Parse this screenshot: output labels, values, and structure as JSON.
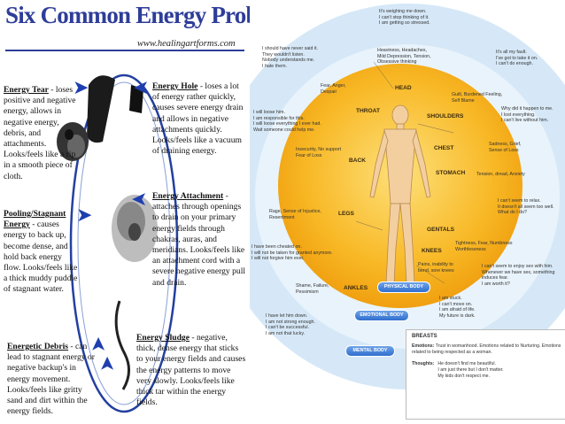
{
  "left_panel": {
    "title": "Six Common Energy Problems",
    "url": "www.healingartforms.com",
    "tear": {
      "heading": "Energy Tear",
      "text": " - loses positive and negative energy, allows in negative energy, debris, and attachments. Looks/feels like a rip in a smooth piece of cloth."
    },
    "hole": {
      "heading": "Energy Hole",
      "text": " - loses a lot of energy rather quickly, causes severe energy drain and allows in negative attachments quickly. Looks/feels like a vacuum of draining energy."
    },
    "pooling": {
      "heading": "Pooling/Stagnant Energy",
      "text": " - causes energy to back up, become dense, and hold back energy flow. Looks/feels like a thick muddy puddle of stagnant water."
    },
    "attachment": {
      "heading": "Energy Attachment",
      "text": " - attaches through openings to drain on your primary energy fields through chakras, auras, and meridians. Looks/feels like an attachment cord with a severe negative energy pull and drain."
    },
    "debris": {
      "heading": "Energetic Debris",
      "text": " - can lead to stagnant energy or negative backup's in energy movement. Looks/feels like gritty sand and dirt within the energy fields."
    },
    "sludge": {
      "heading": "Energy Sludge",
      "text": " - negative, thick, dense energy that sticks to your energy fields and causes the energy patterns to move very slowly. Looks/feels like thick tar within the energy fields."
    }
  },
  "right_panel": {
    "body_parts": {
      "head": "HEAD",
      "throat": "THROAT",
      "shoulders": "SHOULDERS",
      "chest": "CHEST",
      "back": "BACK",
      "stomach": "STOMACH",
      "legs": "LEGS",
      "gentals": "GENTALS",
      "knees": "KNEES",
      "ankles": "ANKLES"
    },
    "buttons": {
      "physical": "PHYSICAL BODY",
      "emotional": "EMOTIONAL BODY",
      "mental": "MENTAL BODY"
    },
    "phrases": {
      "top": "It's weighing me down.\nI can't stop thinking of it.\nI am getting so stressed.",
      "top_left": "I should have never said it.\nThey wouldn't listen.\nNobody understands me.\nI hate them.",
      "headaches": "Heaviness, Headaches,\nMild Depression, Tension,\nObsessive thinking",
      "top_right": "It's all my fault.\nI've got to take it on.\nI can't do enough.",
      "fear_anger": "Fear, Anger,\nDespair",
      "guilt": "Guilt, Burdened Feeling,\nSelf Blame",
      "loose_left": "I will loose him.\nI am responsible for this.\nI will loose everything I ever had.\nWait someone could help me.",
      "why": "Why did it happen to me.\nI lost everything.\nI can't live without him.",
      "insecurity": "Insecurity, No support\nFear of Loss",
      "sadness": "Sadness, Grief,\nSense of Loss",
      "tension": "Tension, dread, Anxiety",
      "relax": "I can't seem to relax.\nIt doesn't all seem too well.\nWhat do I do?",
      "rage": "Rage, Sense of Injustice,\nResentment",
      "cheated": "I have been cheated on.\nI will not be taken for granted anymore.\nI will not forgive him ever.",
      "tightness": "Tightness, Fear, Numbness\nWorthlessness",
      "pains": "Pains, inability to\nbend, sore knees",
      "enjoy": "I can't seem to enjoy sex with him.\nWhenever we have sex, something\ninduces fear.\nI am worth it?",
      "shame": "Shame, Failure,\nPessimism",
      "stuck": "I am stuck.\nI can't move on.\nI am afraid of life.\nMy future is dark.",
      "let_down": "I have let him down.\nI am not strong enough.\nI can't be successful.\nI am not that lucky."
    },
    "breasts_box": {
      "title": "BREASTS",
      "emotions_label": "Emotions:",
      "emotions_text": "Trust in womanhood. Emotions related to Nurturing. Emotions related to being respected as a woman.",
      "thoughts_label": "Thoughts:",
      "thoughts_lines": [
        "He doesn't find me beautiful.",
        "I am just there but I don't matter.",
        "My kids don't respect me."
      ]
    }
  },
  "colors": {
    "title_blue": "#2e3d99",
    "arrow_blue": "#1f3fb0",
    "outer_circle": "#cfe4f6",
    "inner_circle": "#f7b21b",
    "button_blue": "#2f6fce"
  }
}
